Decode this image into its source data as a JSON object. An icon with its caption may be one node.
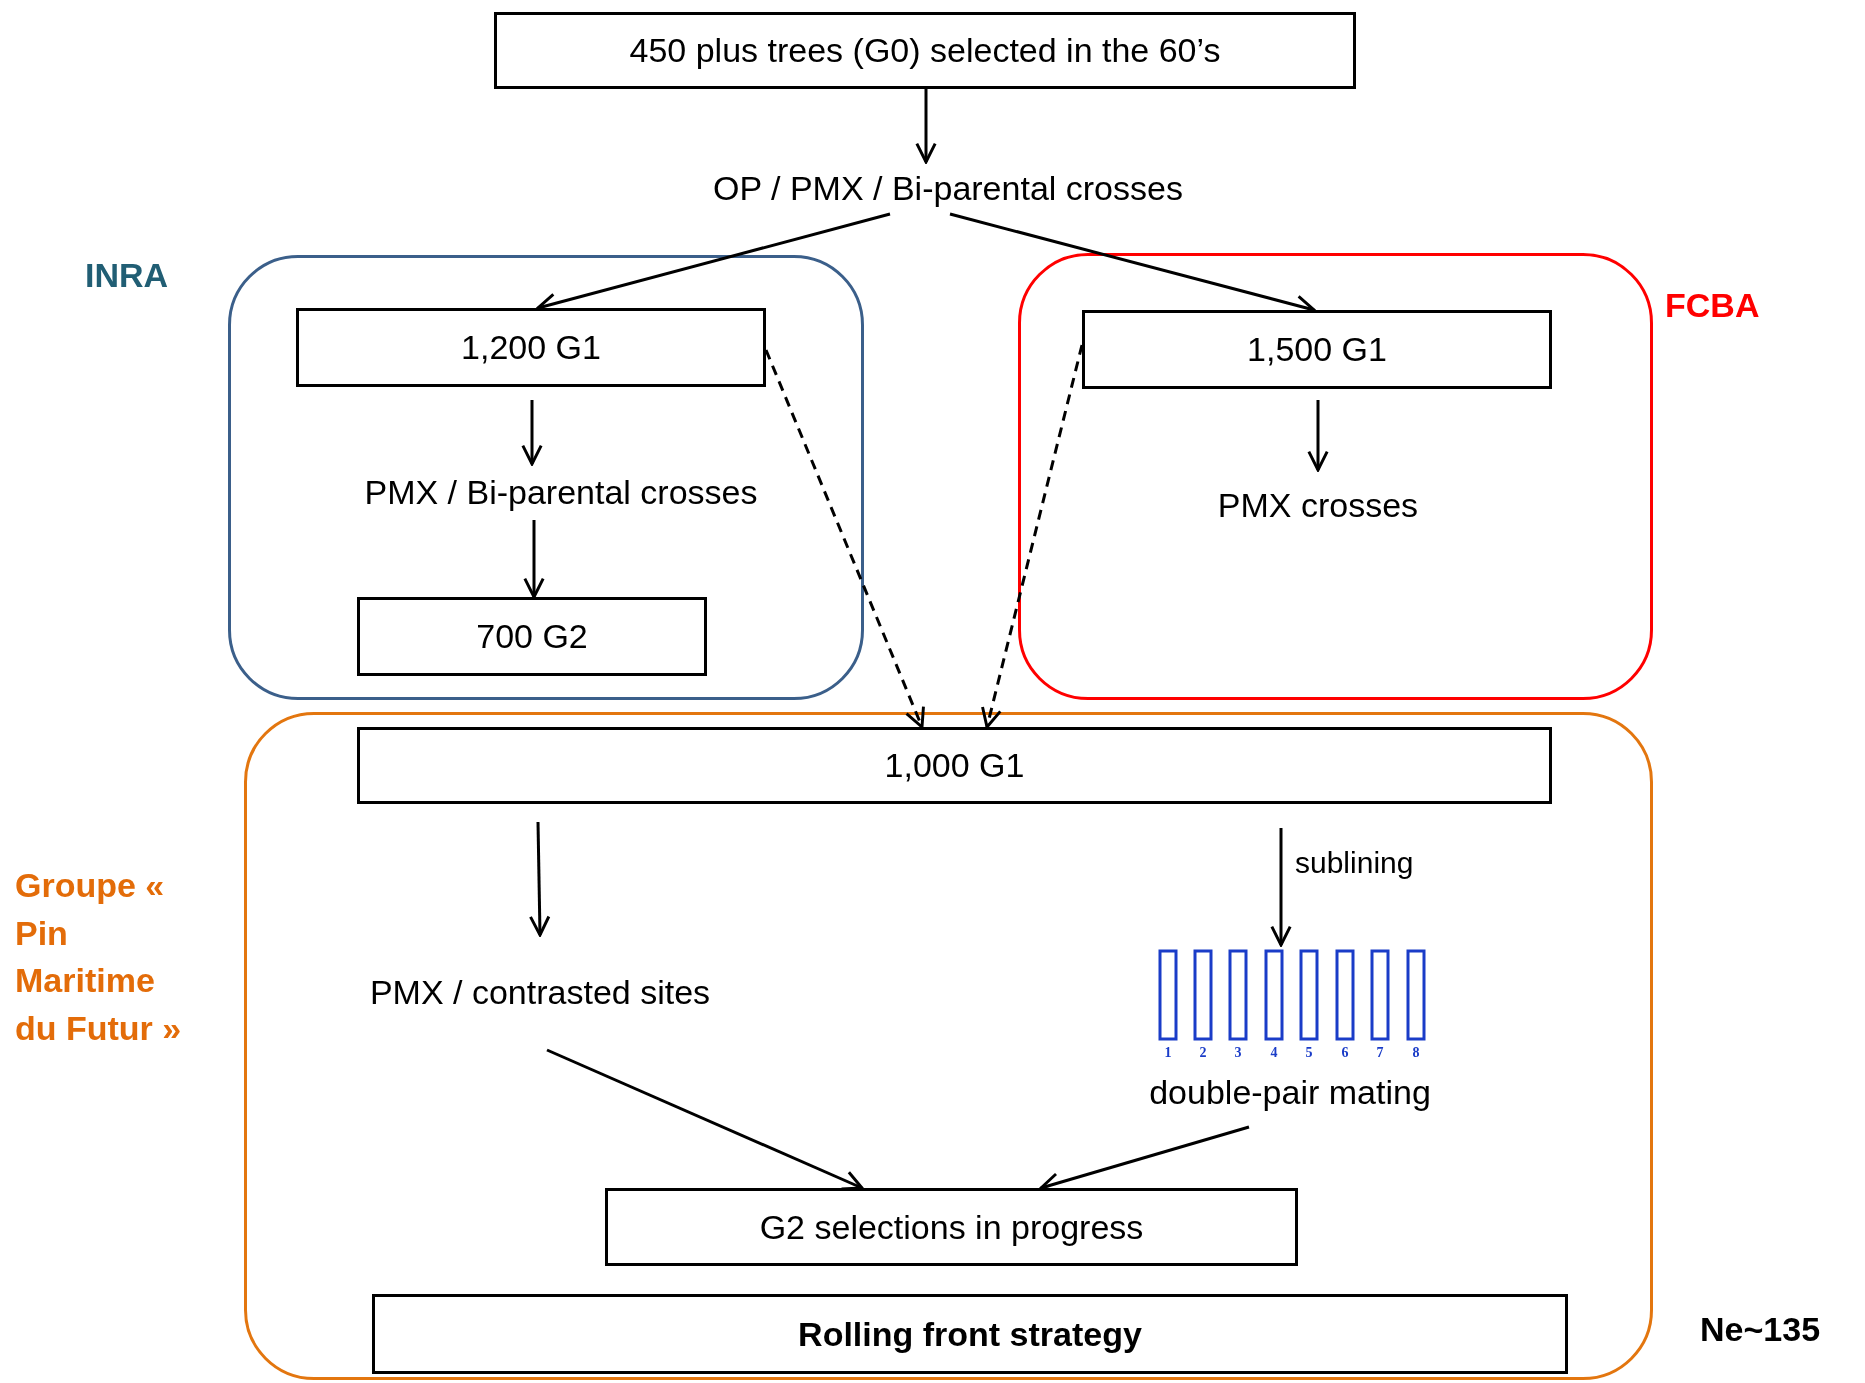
{
  "diagram": {
    "nodes": [
      {
        "text": [
          "450 plus trees (G0) selected in the 60’s"
        ]
      },
      {
        "text": [
          "OP / PMX / Bi-parental crosses"
        ]
      },
      {
        "text": [
          "INRA"
        ]
      },
      {
        "text": [
          "1,200 G1"
        ],
        "in": 2
      },
      {
        "text": [
          "PMX / Bi-parental crosses"
        ],
        "in": 2
      },
      {
        "text": [
          "700 G2"
        ],
        "in": 2
      },
      {
        "text": [
          "FCBA"
        ]
      },
      {
        "text": [
          "1,500 G1"
        ],
        "in": 6
      },
      {
        "text": [
          "PMX crosses"
        ],
        "in": 6
      },
      {
        "text": [
          "Groupe « Pin Maritime du Futur »"
        ]
      },
      {
        "text": [
          "1,000 G1"
        ],
        "in": 9
      },
      {
        "text": [
          "PMX / contrasted sites"
        ],
        "in": 9
      },
      {
        "text": [
          "double-pair mating"
        ],
        "in": 9
      },
      {
        "text": [
          "G2 selections in progress"
        ],
        "in": 9
      },
      {
        "text": [
          "Rolling front strategy"
        ],
        "in": 9
      }
    ],
    "edges": [
      {
        "from": 0,
        "to": 1,
        "arrow": "to"
      },
      {
        "from": 1,
        "to": 3,
        "arrow": "to"
      },
      {
        "from": 1,
        "to": 7,
        "arrow": "to"
      },
      {
        "from": 3,
        "to": 4,
        "arrow": "to"
      },
      {
        "from": 4,
        "to": 5,
        "arrow": "to"
      },
      {
        "from": 7,
        "to": 8,
        "arrow": "to"
      },
      {
        "from": 3,
        "to": 10,
        "arrow": "to",
        "style": "dashed"
      },
      {
        "from": 7,
        "to": 10,
        "arrow": "to",
        "style": "dashed"
      },
      {
        "from": 10,
        "to": 11,
        "arrow": "to"
      },
      {
        "from": 10,
        "to": 12,
        "arrow": "to",
        "label": "sublining"
      },
      {
        "from": 11,
        "to": 13,
        "arrow": "to"
      },
      {
        "from": 12,
        "to": 13,
        "arrow": "to"
      }
    ],
    "labels": [
      "1",
      "2",
      "3",
      "4",
      "5",
      "6",
      "7",
      "8",
      "Ne~135"
    ]
  }
}
